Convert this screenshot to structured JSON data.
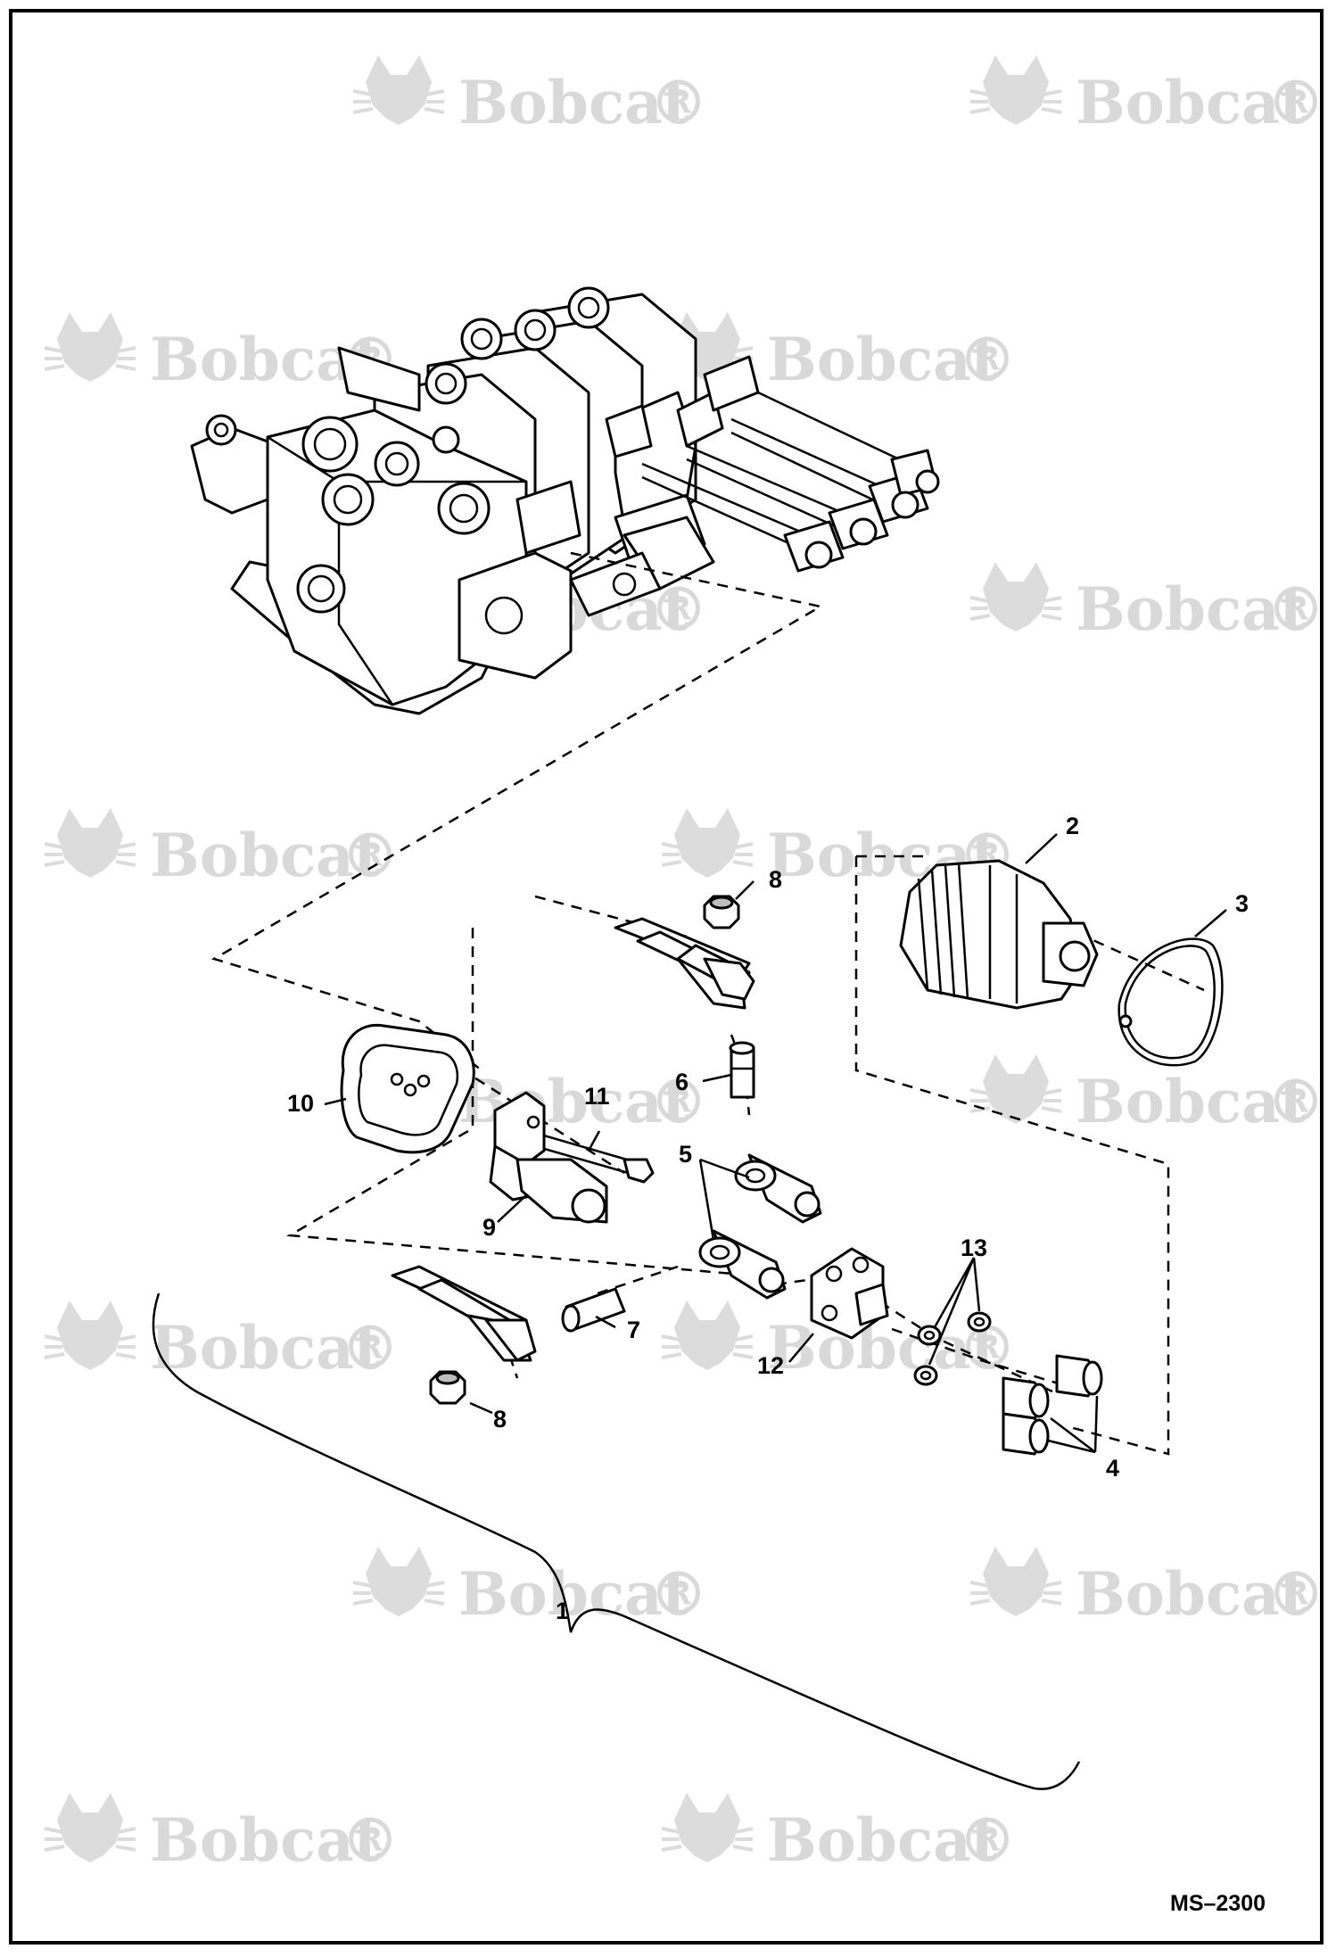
{
  "watermark": {
    "brand": "Bobcat",
    "mark": "®"
  },
  "callouts": {
    "c1": "1",
    "c2": "2",
    "c3": "3",
    "c4": "4",
    "c5": "5",
    "c6": "6",
    "c7": "7",
    "c8_top": "8",
    "c8_bottom": "8",
    "c9": "9",
    "c10": "10",
    "c11": "11",
    "c12": "12",
    "c13": "13"
  },
  "drawing_code": "MS–2300",
  "icons": {
    "watermark_logo": "bobcat-head-icon"
  }
}
